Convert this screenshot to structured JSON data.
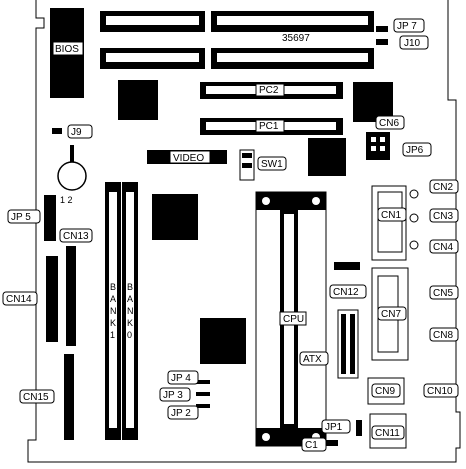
{
  "board": {
    "serial": "35697",
    "labels": {
      "bios": "BIOS",
      "jp7": "JP 7",
      "j10": "J10",
      "pc2": "PC2",
      "pc1": "PC1",
      "cn6": "CN6",
      "jp6": "JP6",
      "j9": "J9",
      "video": "VIDEO",
      "sw1": "SW1",
      "battery_pins": "1 2",
      "jp5": "JP 5",
      "cn13": "CN13",
      "cn14": "CN14",
      "cn15": "CN15",
      "cn2": "CN2",
      "cn1": "CN1",
      "cn3": "CN3",
      "cn4": "CN4",
      "cn12": "CN12",
      "cn5": "CN5",
      "cn7": "CN7",
      "cn8": "CN8",
      "cpu": "CPU",
      "atx": "ATX",
      "cn9": "CN9",
      "cn10": "CN10",
      "jp4": "JP 4",
      "jp3": "JP 3",
      "jp2": "JP 2",
      "jp1": "JP1",
      "c1": "C1",
      "cn11": "CN11",
      "bank1": [
        "B",
        "A",
        "N",
        "K",
        "1"
      ],
      "bank0": [
        "B",
        "A",
        "N",
        "K",
        "0"
      ]
    }
  }
}
